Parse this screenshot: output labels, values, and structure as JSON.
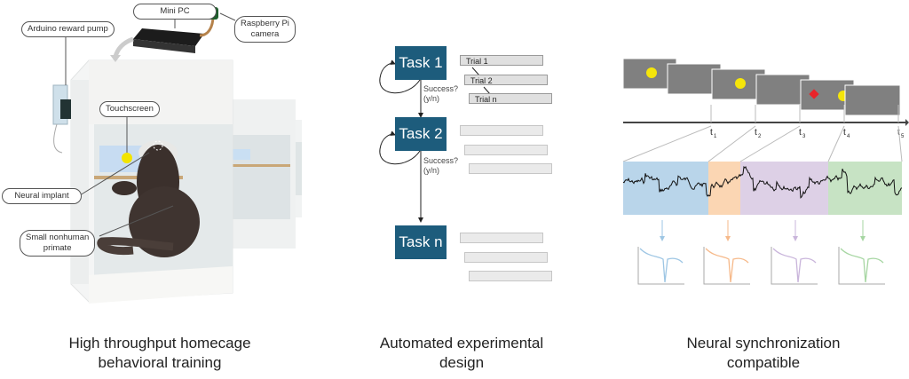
{
  "panels": [
    {
      "caption_line1": "High throughput homecage",
      "caption_line2": "behavioral training",
      "callouts": {
        "mini_pc": "Mini PC",
        "camera_line1": "Raspberry Pi",
        "camera_line2": "camera",
        "pump": "Arduino reward pump",
        "touchscreen": "Touchscreen",
        "implant": "Neural implant",
        "primate_line1": "Small nonhuman",
        "primate_line2": "primate"
      }
    },
    {
      "caption_line1": "Automated experimental",
      "caption_line2": "design",
      "tasks": [
        "Task 1",
        "Task 2",
        "Task n"
      ],
      "trials": [
        "Trial 1",
        "Trial 2",
        "Trial n"
      ],
      "success_line1": "Success?",
      "success_line2": "(y/n)"
    },
    {
      "caption_line1": "Neural synchronization",
      "caption_line2": "compatible",
      "time_labels": [
        "t",
        "t",
        "t",
        "t",
        "t"
      ],
      "time_subscripts": [
        "1",
        "2",
        "3",
        "4",
        "5"
      ],
      "segment_colors": [
        "#b9d5ea",
        "#fbd6b3",
        "#ddd0e6",
        "#c7e3c4"
      ],
      "waveform_colors": [
        "#9ec6e4",
        "#f6b98a",
        "#c9b5db",
        "#a6d6a2"
      ],
      "stimulus_colors": {
        "screen": "#808080",
        "circle": "#f5e50a",
        "diamond": "#e8242a"
      }
    }
  ]
}
